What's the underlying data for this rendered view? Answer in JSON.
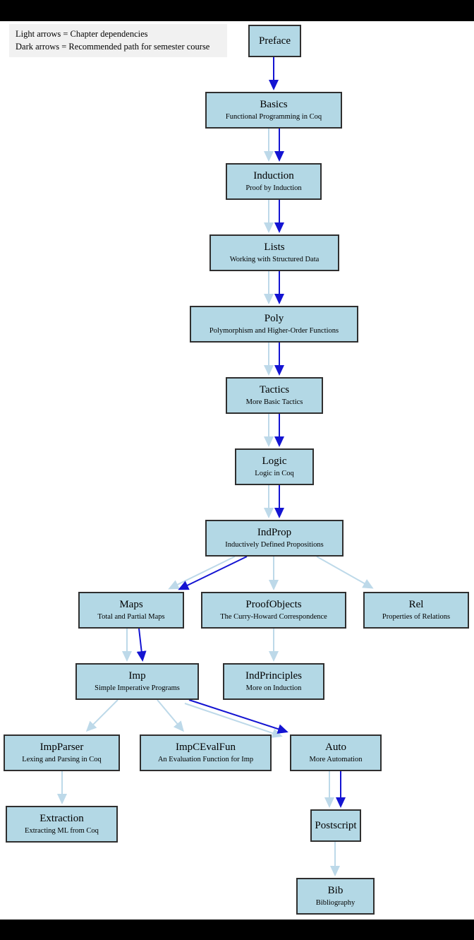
{
  "legend": {
    "lines": [
      "Light arrows = Chapter dependencies",
      "Dark arrows = Recommended path for semester course"
    ]
  },
  "colors": {
    "node_fill": "#b3d8e5",
    "node_border": "#2f2f2f",
    "light_arrow": "#bdd9e9",
    "dark_arrow": "#1414d2",
    "legend_background": "#f1f1f1",
    "frame": "#000000"
  },
  "nodes": {
    "preface": {
      "title": "Preface",
      "subtitle": ""
    },
    "basics": {
      "title": "Basics",
      "subtitle": "Functional Programming in Coq"
    },
    "induction": {
      "title": "Induction",
      "subtitle": "Proof by Induction"
    },
    "lists": {
      "title": "Lists",
      "subtitle": "Working with Structured Data"
    },
    "poly": {
      "title": "Poly",
      "subtitle": "Polymorphism and Higher-Order Functions"
    },
    "tactics": {
      "title": "Tactics",
      "subtitle": "More Basic Tactics"
    },
    "logic": {
      "title": "Logic",
      "subtitle": "Logic in Coq"
    },
    "indprop": {
      "title": "IndProp",
      "subtitle": "Inductively Defined Propositions"
    },
    "maps": {
      "title": "Maps",
      "subtitle": "Total and Partial Maps"
    },
    "proofobjects": {
      "title": "ProofObjects",
      "subtitle": "The Curry-Howard Correspondence"
    },
    "rel": {
      "title": "Rel",
      "subtitle": "Properties of Relations"
    },
    "imp": {
      "title": "Imp",
      "subtitle": "Simple Imperative Programs"
    },
    "indprinciples": {
      "title": "IndPrinciples",
      "subtitle": "More on Induction"
    },
    "impparser": {
      "title": "ImpParser",
      "subtitle": "Lexing and Parsing in Coq"
    },
    "impcevalfun": {
      "title": "ImpCEvalFun",
      "subtitle": "An Evaluation Function for Imp"
    },
    "auto": {
      "title": "Auto",
      "subtitle": "More Automation"
    },
    "extraction": {
      "title": "Extraction",
      "subtitle": "Extracting ML from Coq"
    },
    "postscript": {
      "title": "Postscript",
      "subtitle": ""
    },
    "bib": {
      "title": "Bib",
      "subtitle": "Bibliography"
    }
  },
  "edges": [
    {
      "from": "Preface",
      "to": "Basics",
      "arrows": [
        "dark"
      ]
    },
    {
      "from": "Basics",
      "to": "Induction",
      "arrows": [
        "light",
        "dark"
      ]
    },
    {
      "from": "Induction",
      "to": "Lists",
      "arrows": [
        "light",
        "dark"
      ]
    },
    {
      "from": "Lists",
      "to": "Poly",
      "arrows": [
        "light",
        "dark"
      ]
    },
    {
      "from": "Poly",
      "to": "Tactics",
      "arrows": [
        "light",
        "dark"
      ]
    },
    {
      "from": "Tactics",
      "to": "Logic",
      "arrows": [
        "light",
        "dark"
      ]
    },
    {
      "from": "Logic",
      "to": "IndProp",
      "arrows": [
        "light",
        "dark"
      ]
    },
    {
      "from": "IndProp",
      "to": "Maps",
      "arrows": [
        "light",
        "dark"
      ]
    },
    {
      "from": "IndProp",
      "to": "ProofObjects",
      "arrows": [
        "light"
      ]
    },
    {
      "from": "IndProp",
      "to": "Rel",
      "arrows": [
        "light"
      ]
    },
    {
      "from": "Maps",
      "to": "Imp",
      "arrows": [
        "light",
        "dark"
      ]
    },
    {
      "from": "ProofObjects",
      "to": "IndPrinciples",
      "arrows": [
        "light"
      ]
    },
    {
      "from": "Imp",
      "to": "ImpParser",
      "arrows": [
        "light"
      ]
    },
    {
      "from": "Imp",
      "to": "ImpCEvalFun",
      "arrows": [
        "light"
      ]
    },
    {
      "from": "Imp",
      "to": "Auto",
      "arrows": [
        "light",
        "dark"
      ]
    },
    {
      "from": "ImpParser",
      "to": "Extraction",
      "arrows": [
        "light"
      ]
    },
    {
      "from": "Auto",
      "to": "Postscript",
      "arrows": [
        "light",
        "dark"
      ]
    },
    {
      "from": "Postscript",
      "to": "Bib",
      "arrows": [
        "light"
      ]
    }
  ]
}
